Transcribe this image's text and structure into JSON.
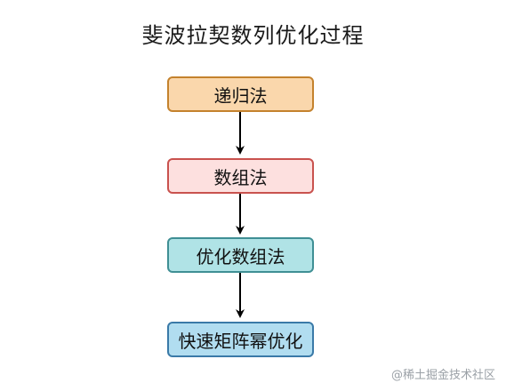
{
  "title": "斐波拉契数列优化过程",
  "nodes": [
    {
      "label": "递归法",
      "fill": "#fad7ac",
      "stroke": "#c4822d"
    },
    {
      "label": "数组法",
      "fill": "#fde0df",
      "stroke": "#c9524e"
    },
    {
      "label": "优化数组法",
      "fill": "#b0e3e6",
      "stroke": "#3f8f94"
    },
    {
      "label": "快速矩阵幂优化",
      "fill": "#b1ddf0",
      "stroke": "#3a7aa8"
    }
  ],
  "watermark": "@稀土掘金技术社区"
}
